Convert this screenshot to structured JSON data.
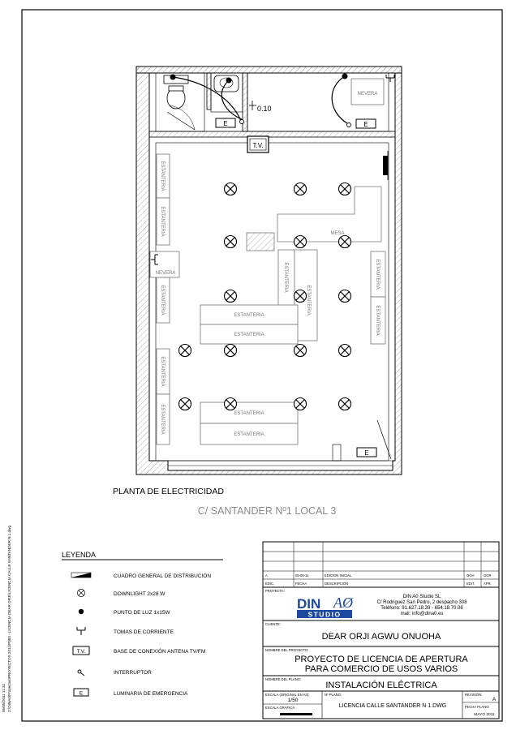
{
  "plan": {
    "title": "PLANTA DE ELECTRICIDAD",
    "address": "C/ SANTANDER Nº1 LOCAL 3",
    "dim_010": "0.10",
    "tv_box": "T.V.",
    "emergency_box": "E",
    "labels": {
      "estanteria": "ESTANTERIA",
      "nevera": "NEVERA",
      "mesa": "MESA"
    }
  },
  "legend": {
    "title": "LEYENDA",
    "items": [
      {
        "icon": "distribution-panel-icon",
        "label": "CUADRO GENERAL DE DISTRIBUCIÓN"
      },
      {
        "icon": "downlight-icon",
        "label": "DOWNLIGHT 2x28 W"
      },
      {
        "icon": "light-point-icon",
        "label": "PUNTO DE LUZ 1x15W"
      },
      {
        "icon": "socket-icon",
        "label": "TOMAS DE CORRIENTE"
      },
      {
        "icon": "tv-antenna-icon",
        "symbol": "T.V.",
        "label": "BASE DE CONEXIÓN ANTENA TV/FM"
      },
      {
        "icon": "switch-icon",
        "label": "INTERRUPTOR"
      },
      {
        "icon": "emergency-light-icon",
        "symbol": "E",
        "label": "LUMINARIA DE EMERGENCIA"
      }
    ]
  },
  "titleblock": {
    "revision_row": {
      "rev": "A",
      "date": "05-05-11",
      "desc": "EDICION INICIAL",
      "dib": "OGH",
      "aprob": "OGR"
    },
    "header_row": {
      "rev": "EDIC.",
      "date": "FECHA",
      "desc": "DESCRIPCIÓN",
      "dib": "EDIT.",
      "aprob": "APR."
    },
    "proyecta_label": "PROYECTA:",
    "logo_top": "DIN",
    "logo_symbol": "AØ",
    "logo_bottom": "STUDIO",
    "company": {
      "name": "DIN A0 Studio SL",
      "address": "C/ Rodriguez San Pedro, 2 despacho 308",
      "phone": "Teléfono: 91.627.18.39 - 654.18.70.06",
      "mail": "mail: info@dina0.es"
    },
    "cliente_label": "CLIENTE:",
    "client": "DEAR ORJI AGWU ONUOHA",
    "proyecto_label": "NOMBRE DEL PROYECTO:",
    "project_line1": "PROYECTO DE LICENCIA DE APERTURA",
    "project_line2": "PARA COMERCIO DE USOS VARIOS",
    "plano_label": "NOMBRE DEL PLANO:",
    "plan_name": "INSTALACIÓN ELÉCTRICA",
    "scale_label": "ESCALA (ORIGINAL EN A3):",
    "scale": "1/50",
    "graphic_scale_label": "ESCALA GRÁFICA:",
    "plano_no_label": "Nº PLANO:",
    "file": "LICENCIA CALLE SANTANDER N 1.DWG",
    "revision_label": "REVISIÓN:",
    "revision": "A",
    "date_label": "FECHA PLANO:",
    "date": "MAYO 2011"
  },
  "side_text": {
    "line1": "05/05/2011 11:32",
    "line2": "Z:\\DINA0\\Proyectos\\PROYECTOS 2011\\P083 - LICENCIA DEAR ORJI\\LICENCIA CALLE SANTANDER N 1.dwg"
  },
  "colors": {
    "ink": "#000000",
    "grey": "#8a8a8a",
    "hatch": "#9a9a9a"
  }
}
